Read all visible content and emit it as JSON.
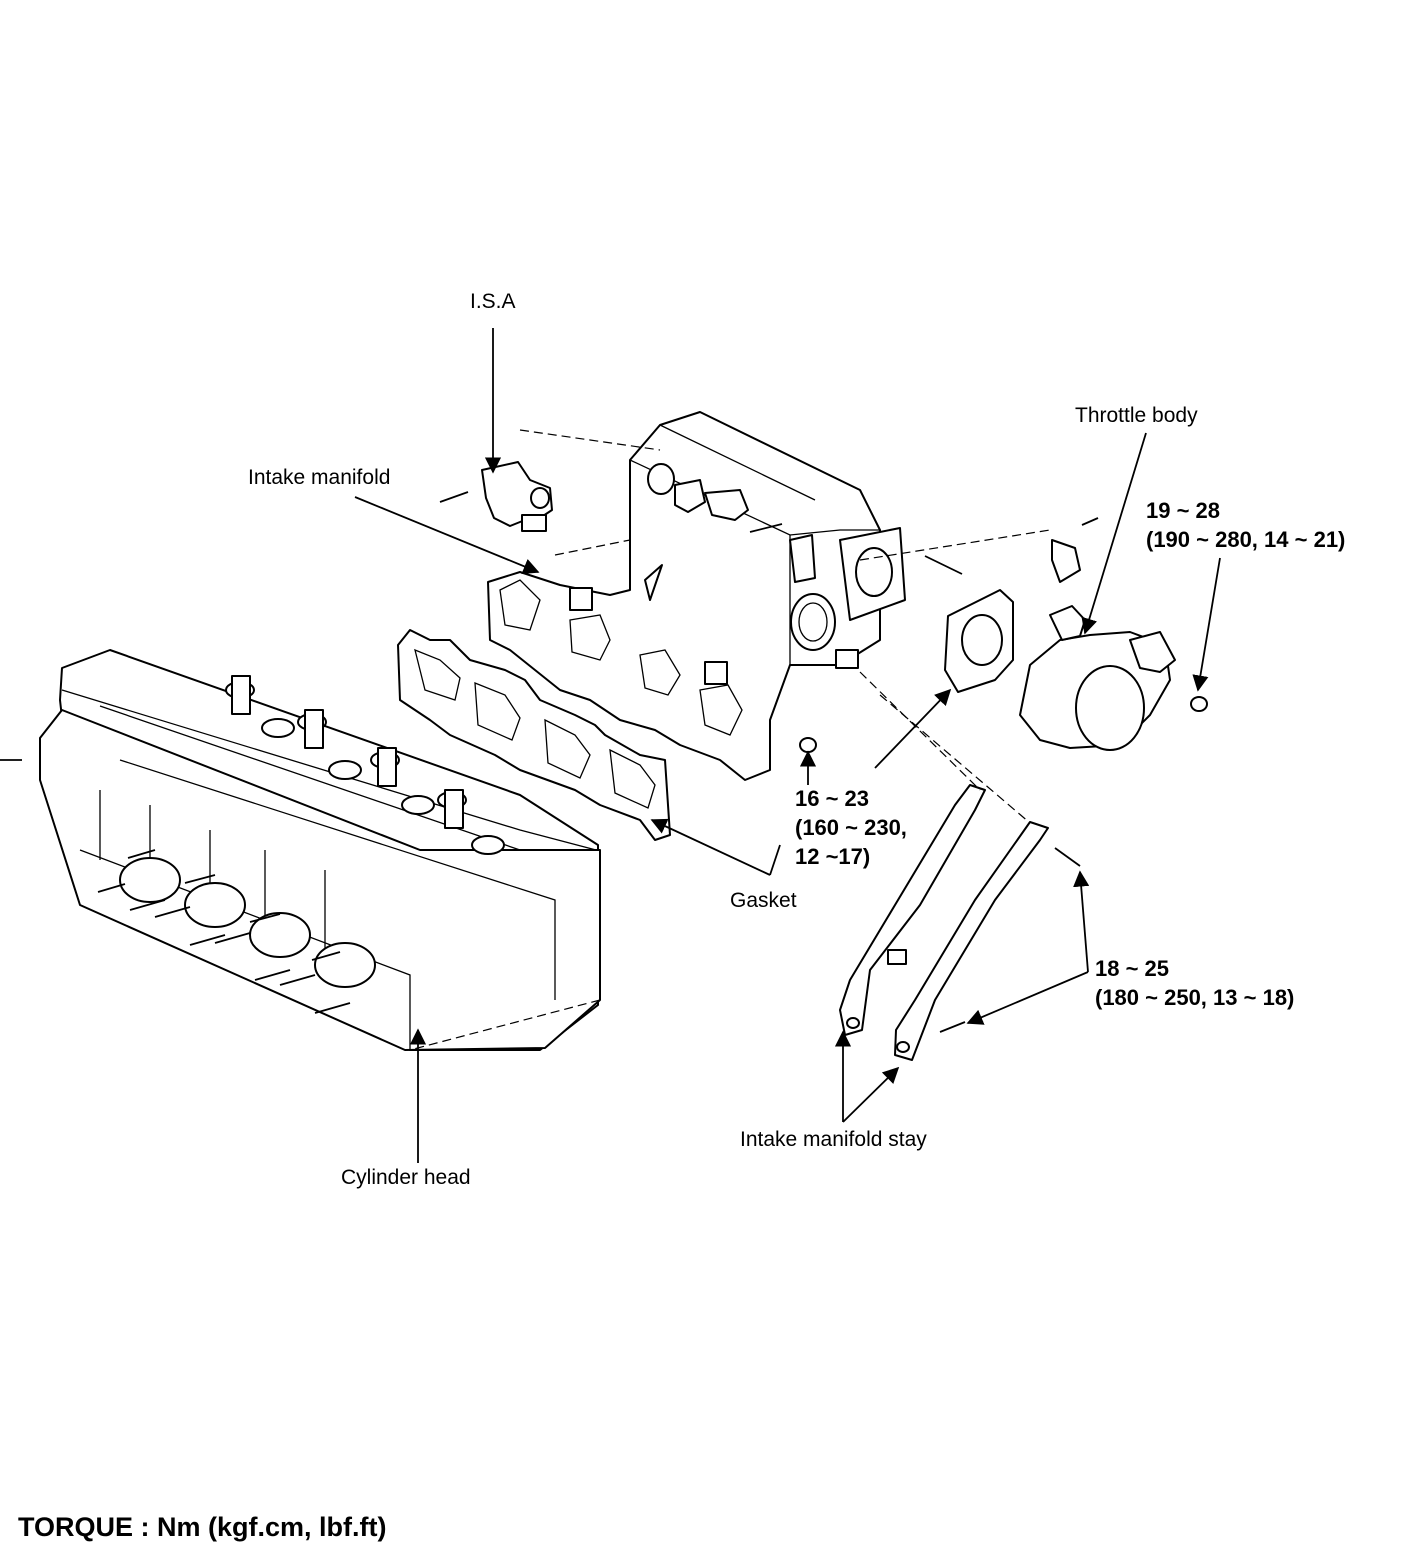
{
  "labels": {
    "isa": "I.S.A",
    "intake_manifold": "Intake manifold",
    "throttle_body": "Throttle body",
    "gasket": "Gasket",
    "cylinder_head": "Cylinder head",
    "intake_manifold_stay": "Intake manifold stay"
  },
  "torques": {
    "throttle_body": {
      "nm": "19 ~ 28",
      "alt": "(190 ~ 280, 14 ~ 21)"
    },
    "manifold_nut": {
      "nm": "16 ~ 23",
      "alt1": "(160 ~ 230,",
      "alt2": "12 ~17)"
    },
    "stay_bolt": {
      "nm": "18 ~ 25",
      "alt": "(180 ~ 250, 13 ~ 18)"
    }
  },
  "footer": {
    "torque_units": "TORQUE : Nm (kgf.cm, lbf.ft)"
  }
}
